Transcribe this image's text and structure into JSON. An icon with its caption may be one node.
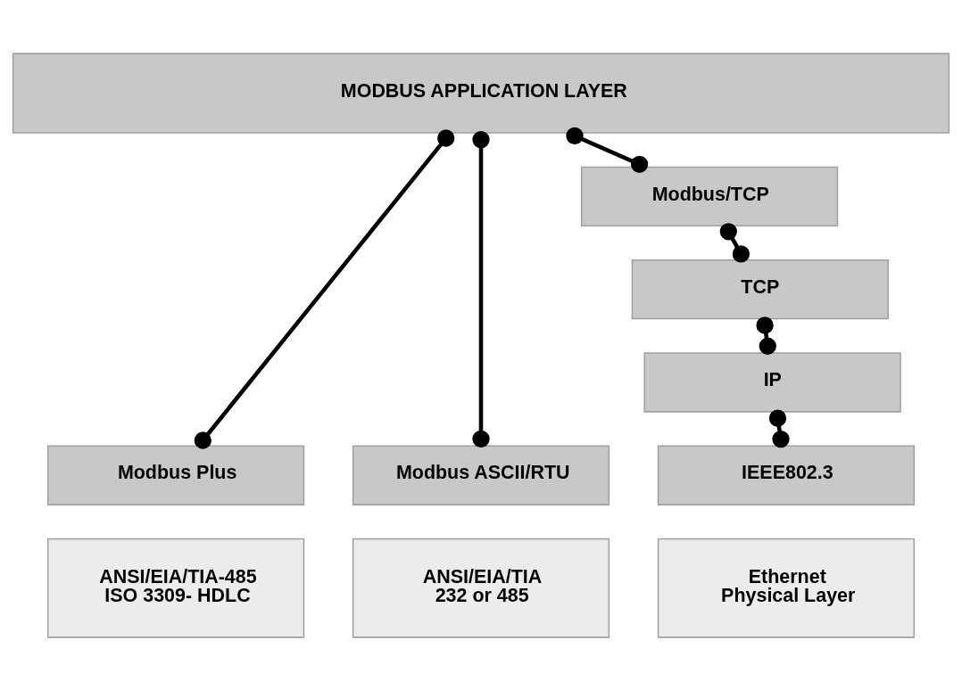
{
  "diagram": {
    "nodes": [
      {
        "text": [
          "MODBUS APPLICATION LAYER"
        ]
      },
      {
        "text": [
          "Modbus Plus"
        ]
      },
      {
        "text": [
          "ANSI/EIA/TIA-485 ISO 3309- HDLC"
        ]
      },
      {
        "text": [
          "Modbus ASCII/RTU"
        ]
      },
      {
        "text": [
          "ANSI/EIA/TIA 232 or 485"
        ]
      },
      {
        "text": [
          "Modbus/TCP"
        ]
      },
      {
        "text": [
          "TCP"
        ]
      },
      {
        "text": [
          "IP"
        ]
      },
      {
        "text": [
          "IEEE802.3"
        ]
      },
      {
        "text": [
          "Ethernet Physical Layer"
        ]
      }
    ],
    "edges": [
      {
        "from": 0,
        "to": 1,
        "arrow": "other"
      },
      {
        "from": 0,
        "to": 3,
        "arrow": "other"
      },
      {
        "from": 0,
        "to": 5,
        "arrow": "other"
      },
      {
        "from": 5,
        "to": 6,
        "arrow": "other"
      },
      {
        "from": 6,
        "to": 7,
        "arrow": "other"
      },
      {
        "from": 7,
        "to": 8,
        "arrow": "other"
      }
    ]
  }
}
